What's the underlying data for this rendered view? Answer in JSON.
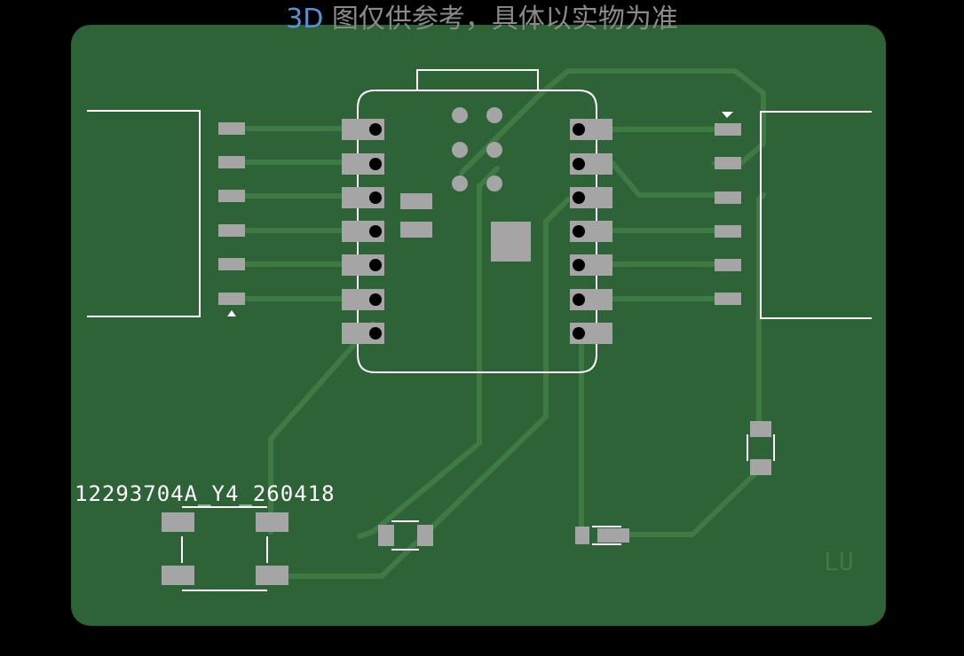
{
  "banner": {
    "accent": "3D",
    "text": " 图仅供参考，具体以实物为准"
  },
  "board": {
    "label": "12293704A_Y4_260418",
    "watermark": "LU",
    "colors": {
      "background": "#000000",
      "board": "#2e6338",
      "trace": "#3f7a45",
      "pad": "#a5a5a5",
      "silkscreen": "#ffffff",
      "banner_text": "#8a8a8a",
      "banner_accent": "#5b8fd6"
    }
  }
}
